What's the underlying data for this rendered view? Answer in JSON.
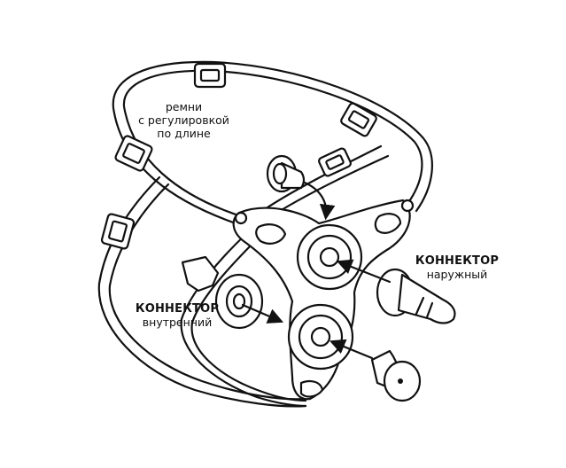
{
  "labels": {
    "straps": [
      "ремни",
      "с регулировкой",
      "по длине"
    ],
    "external": {
      "title": "КОННЕКТОР",
      "subtitle": "наружный"
    },
    "internal": {
      "title": "КОННЕКТОР",
      "subtitle": "внутренний"
    }
  },
  "colors": {
    "ink": "#111111",
    "paper": "#ffffff"
  }
}
